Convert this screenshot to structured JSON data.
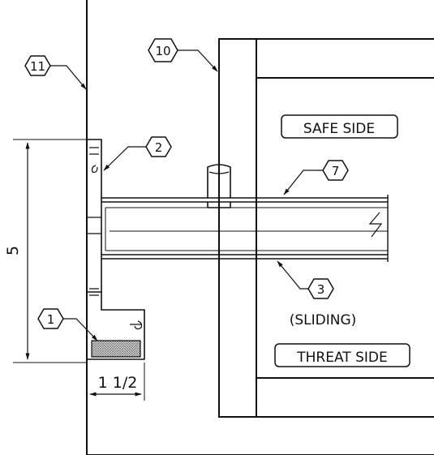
{
  "callouts": [
    {
      "id": "c11",
      "number": "11"
    },
    {
      "id": "c10",
      "number": "10"
    },
    {
      "id": "c2",
      "number": "2"
    },
    {
      "id": "c7",
      "number": "7"
    },
    {
      "id": "c3",
      "number": "3"
    },
    {
      "id": "c1",
      "number": "1"
    }
  ],
  "labels": {
    "safe_side": "SAFE SIDE",
    "threat_side": "THREAT SIDE",
    "sliding": "(SLIDING)"
  },
  "dimensions": {
    "vertical": "5",
    "horizontal": "1 1/2"
  }
}
